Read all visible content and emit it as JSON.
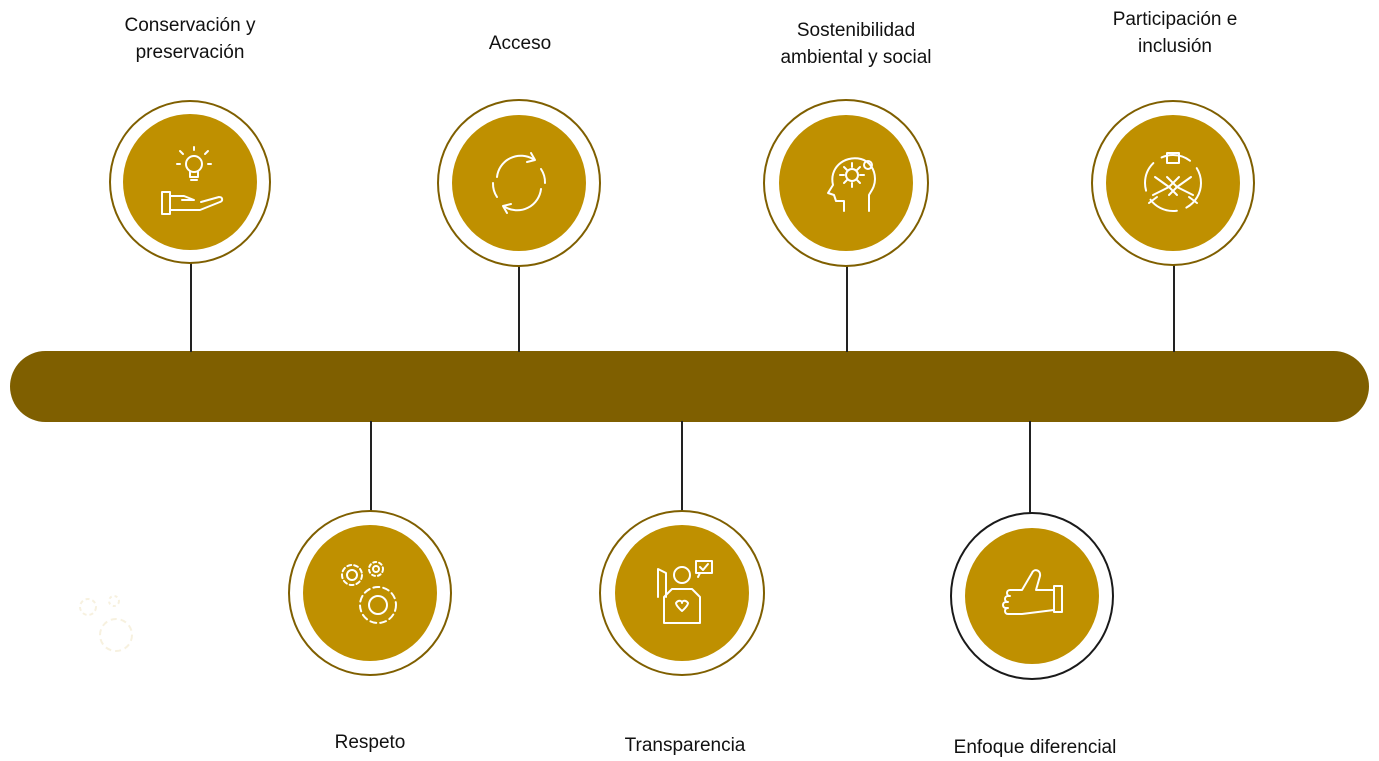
{
  "colors": {
    "timeline_bar": "#7f5f00",
    "disc_fill": "#bf9000",
    "ring_border": "#7f5f00",
    "icon_stroke": "#ffffff"
  },
  "items_top": [
    {
      "id": "conservacion",
      "label": "Conservación y preservación",
      "icon": "hand-lightbulb-icon"
    },
    {
      "id": "acceso",
      "label": "Acceso",
      "icon": "circular-arrows-icon"
    },
    {
      "id": "sostenibilidad",
      "label": "Sostenibilidad ambiental y social",
      "icon": "head-gear-icon"
    },
    {
      "id": "participacion",
      "label": "Participación e inclusión",
      "icon": "stacked-hands-icon"
    }
  ],
  "items_bottom": [
    {
      "id": "respeto",
      "label": "Respeto",
      "icon": "gears-icon"
    },
    {
      "id": "transparencia",
      "label": "Transparencia",
      "icon": "person-speech-icon"
    },
    {
      "id": "enfoque",
      "label": "Enfoque diferencial",
      "icon": "thumbs-up-icon"
    }
  ]
}
